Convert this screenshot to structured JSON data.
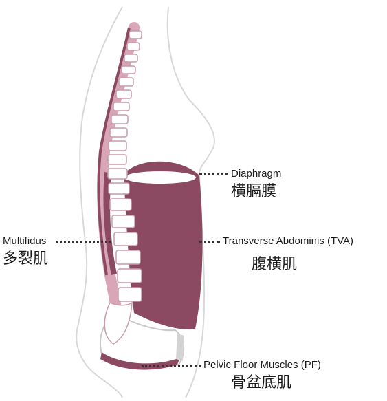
{
  "colors": {
    "muscle": "#8b4a62",
    "muscle_dark": "#6e3a4e",
    "bone_fill": "#ffffff",
    "bone_outline": "#c99aab",
    "spine_pink": "#d9a6b8",
    "body_outline": "#d8d8d8",
    "leader": "#333333",
    "text": "#1c1c1c"
  },
  "labels": {
    "diaphragm": {
      "en": "Diaphragm",
      "zh": "横膈膜"
    },
    "multifidus": {
      "en": "Multifidus",
      "zh": "多裂肌"
    },
    "tva": {
      "en": "Transverse Abdominis (TVA)",
      "zh": "腹横肌"
    },
    "pelvic_floor": {
      "en": "Pelvic Floor Muscles (PF)",
      "zh": "骨盆底肌"
    }
  }
}
